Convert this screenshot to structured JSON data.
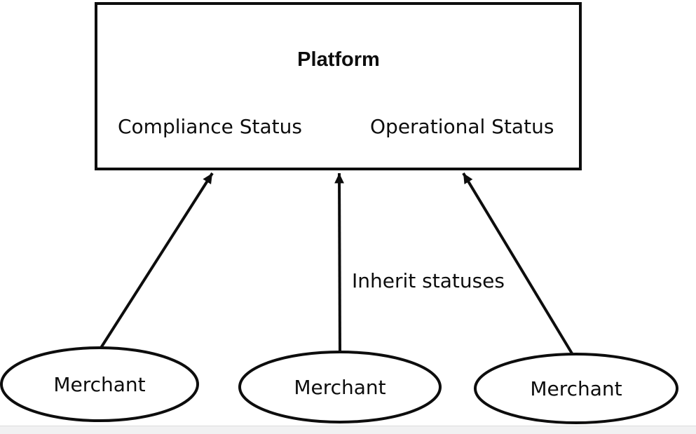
{
  "platform": {
    "title": "Platform",
    "sub_labels": [
      "Compliance Status",
      "Operational Status"
    ]
  },
  "edge_label": "Inherit statuses",
  "merchants": [
    "Merchant",
    "Merchant",
    "Merchant"
  ],
  "colors": {
    "line": "#0d0d0d",
    "background": "#ffffff",
    "footer_bar": "#f1f1f2",
    "footer_border": "#dcdcdc"
  }
}
